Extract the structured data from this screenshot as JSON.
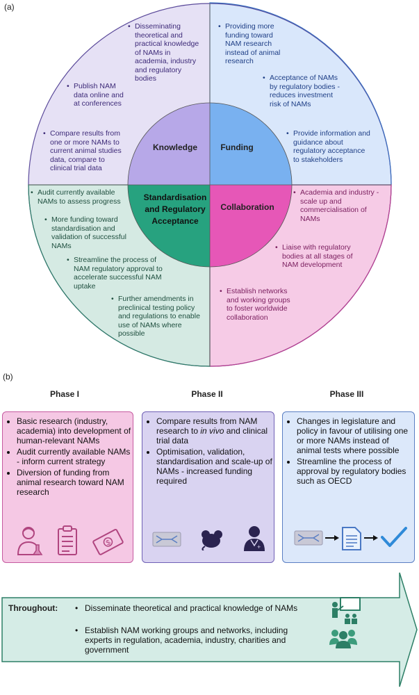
{
  "panel_a_label": "(a)",
  "panel_b_label": "(b)",
  "wheel": {
    "center": {
      "knowledge": "Knowledge",
      "funding": "Funding",
      "standardisation": [
        "Standardisation",
        "and Regulatory",
        "Acceptance"
      ],
      "collaboration": "Collaboration"
    },
    "knowledge_items": [
      [
        "Disseminating",
        "theoretical and",
        "practical knowledge",
        "of NAMs in",
        "academia, industry",
        "and regulatory",
        "bodies"
      ],
      [
        "Publish NAM",
        "data online and",
        "at conferences"
      ],
      [
        "Compare results from",
        "one or more NAMs to",
        "current animal studies",
        "data, compare to",
        "clinical trial data"
      ]
    ],
    "funding_items": [
      [
        "Providing more",
        "funding toward",
        "NAM research",
        "instead of animal",
        "research"
      ],
      [
        "Acceptance of NAMs",
        "by regulatory bodies -",
        "reduces investment",
        "risk of NAMs"
      ],
      [
        "Provide information and",
        "guidance about",
        "regulatory acceptance",
        "to stakeholders"
      ]
    ],
    "standardisation_items": [
      [
        "Audit currently available",
        "NAMs to assess progress"
      ],
      [
        "More funding toward",
        "standardisation and",
        "validation of successful",
        "NAMs"
      ],
      [
        "Streamline the process of",
        "NAM regulatory approval to",
        "accelerate successful NAM",
        "uptake"
      ],
      [
        "Further amendments in",
        "preclinical testing policy",
        "and regulations to enable",
        "use of NAMs where",
        "possible"
      ]
    ],
    "collaboration_items": [
      [
        "Academia and industry -",
        "scale up and",
        "commercialisation of",
        "NAMs"
      ],
      [
        "Liaise with regulatory",
        "bodies at all stages of",
        "NAM  development"
      ],
      [
        "Establish networks",
        "and working groups",
        "to foster worldwide",
        "collaboration"
      ]
    ]
  },
  "phases": [
    {
      "title": "Phase I",
      "items": [
        "Basic research (industry, academia) into development of human-relevant NAMs",
        "Audit currently available NAMs - inform current strategy",
        "Diversion of funding from animal research toward NAM research"
      ],
      "icons": [
        "scientist-icon",
        "clipboard-icon",
        "money-icon"
      ]
    },
    {
      "title": "Phase II",
      "items_rich": [
        {
          "pre": "Compare results from NAM research to ",
          "em": "in vivo",
          "post": " and clinical trial data"
        },
        {
          "pre": "Optimisation, validation, standardisation and scale-up of NAMs - increased funding required",
          "em": "",
          "post": ""
        }
      ],
      "icons": [
        "organ-chip-icon",
        "mouse-icon",
        "doctor-icon"
      ]
    },
    {
      "title": "Phase III",
      "items": [
        "Changes in legislature and policy in favour of utilising one or more NAMs instead of animal tests where possible",
        "Streamline the process of approval by regulatory bodies such as OECD"
      ],
      "icons": [
        "organ-chip-icon",
        "document-icon",
        "checkmark-icon"
      ]
    }
  ],
  "throughout": {
    "label": "Throughout:",
    "items": [
      "Disseminate theoretical and practical knowledge of NAMs",
      "Establish NAM working groups and networks, including experts in regulation, academia, industry, charities and government"
    ]
  },
  "colors": {
    "knowledge_outer": "#e6e1f5",
    "knowledge_inner": "#b7a8e8",
    "funding_outer": "#d9e7fb",
    "funding_inner": "#79b1f0",
    "standard_outer": "#d5eae3",
    "standard_inner": "#27a27f",
    "collab_outer": "#f6cbe6",
    "collab_inner": "#e657b7",
    "phase1_fill": "#f5c8e4",
    "phase1_border": "#c55aa0",
    "phase2_fill": "#d9d3f1",
    "phase2_border": "#6f5fb5",
    "phase3_fill": "#dce8fa",
    "phase3_border": "#5a7ec3",
    "arrow_fill": "#d5ece6",
    "arrow_border": "#2d7f66"
  }
}
